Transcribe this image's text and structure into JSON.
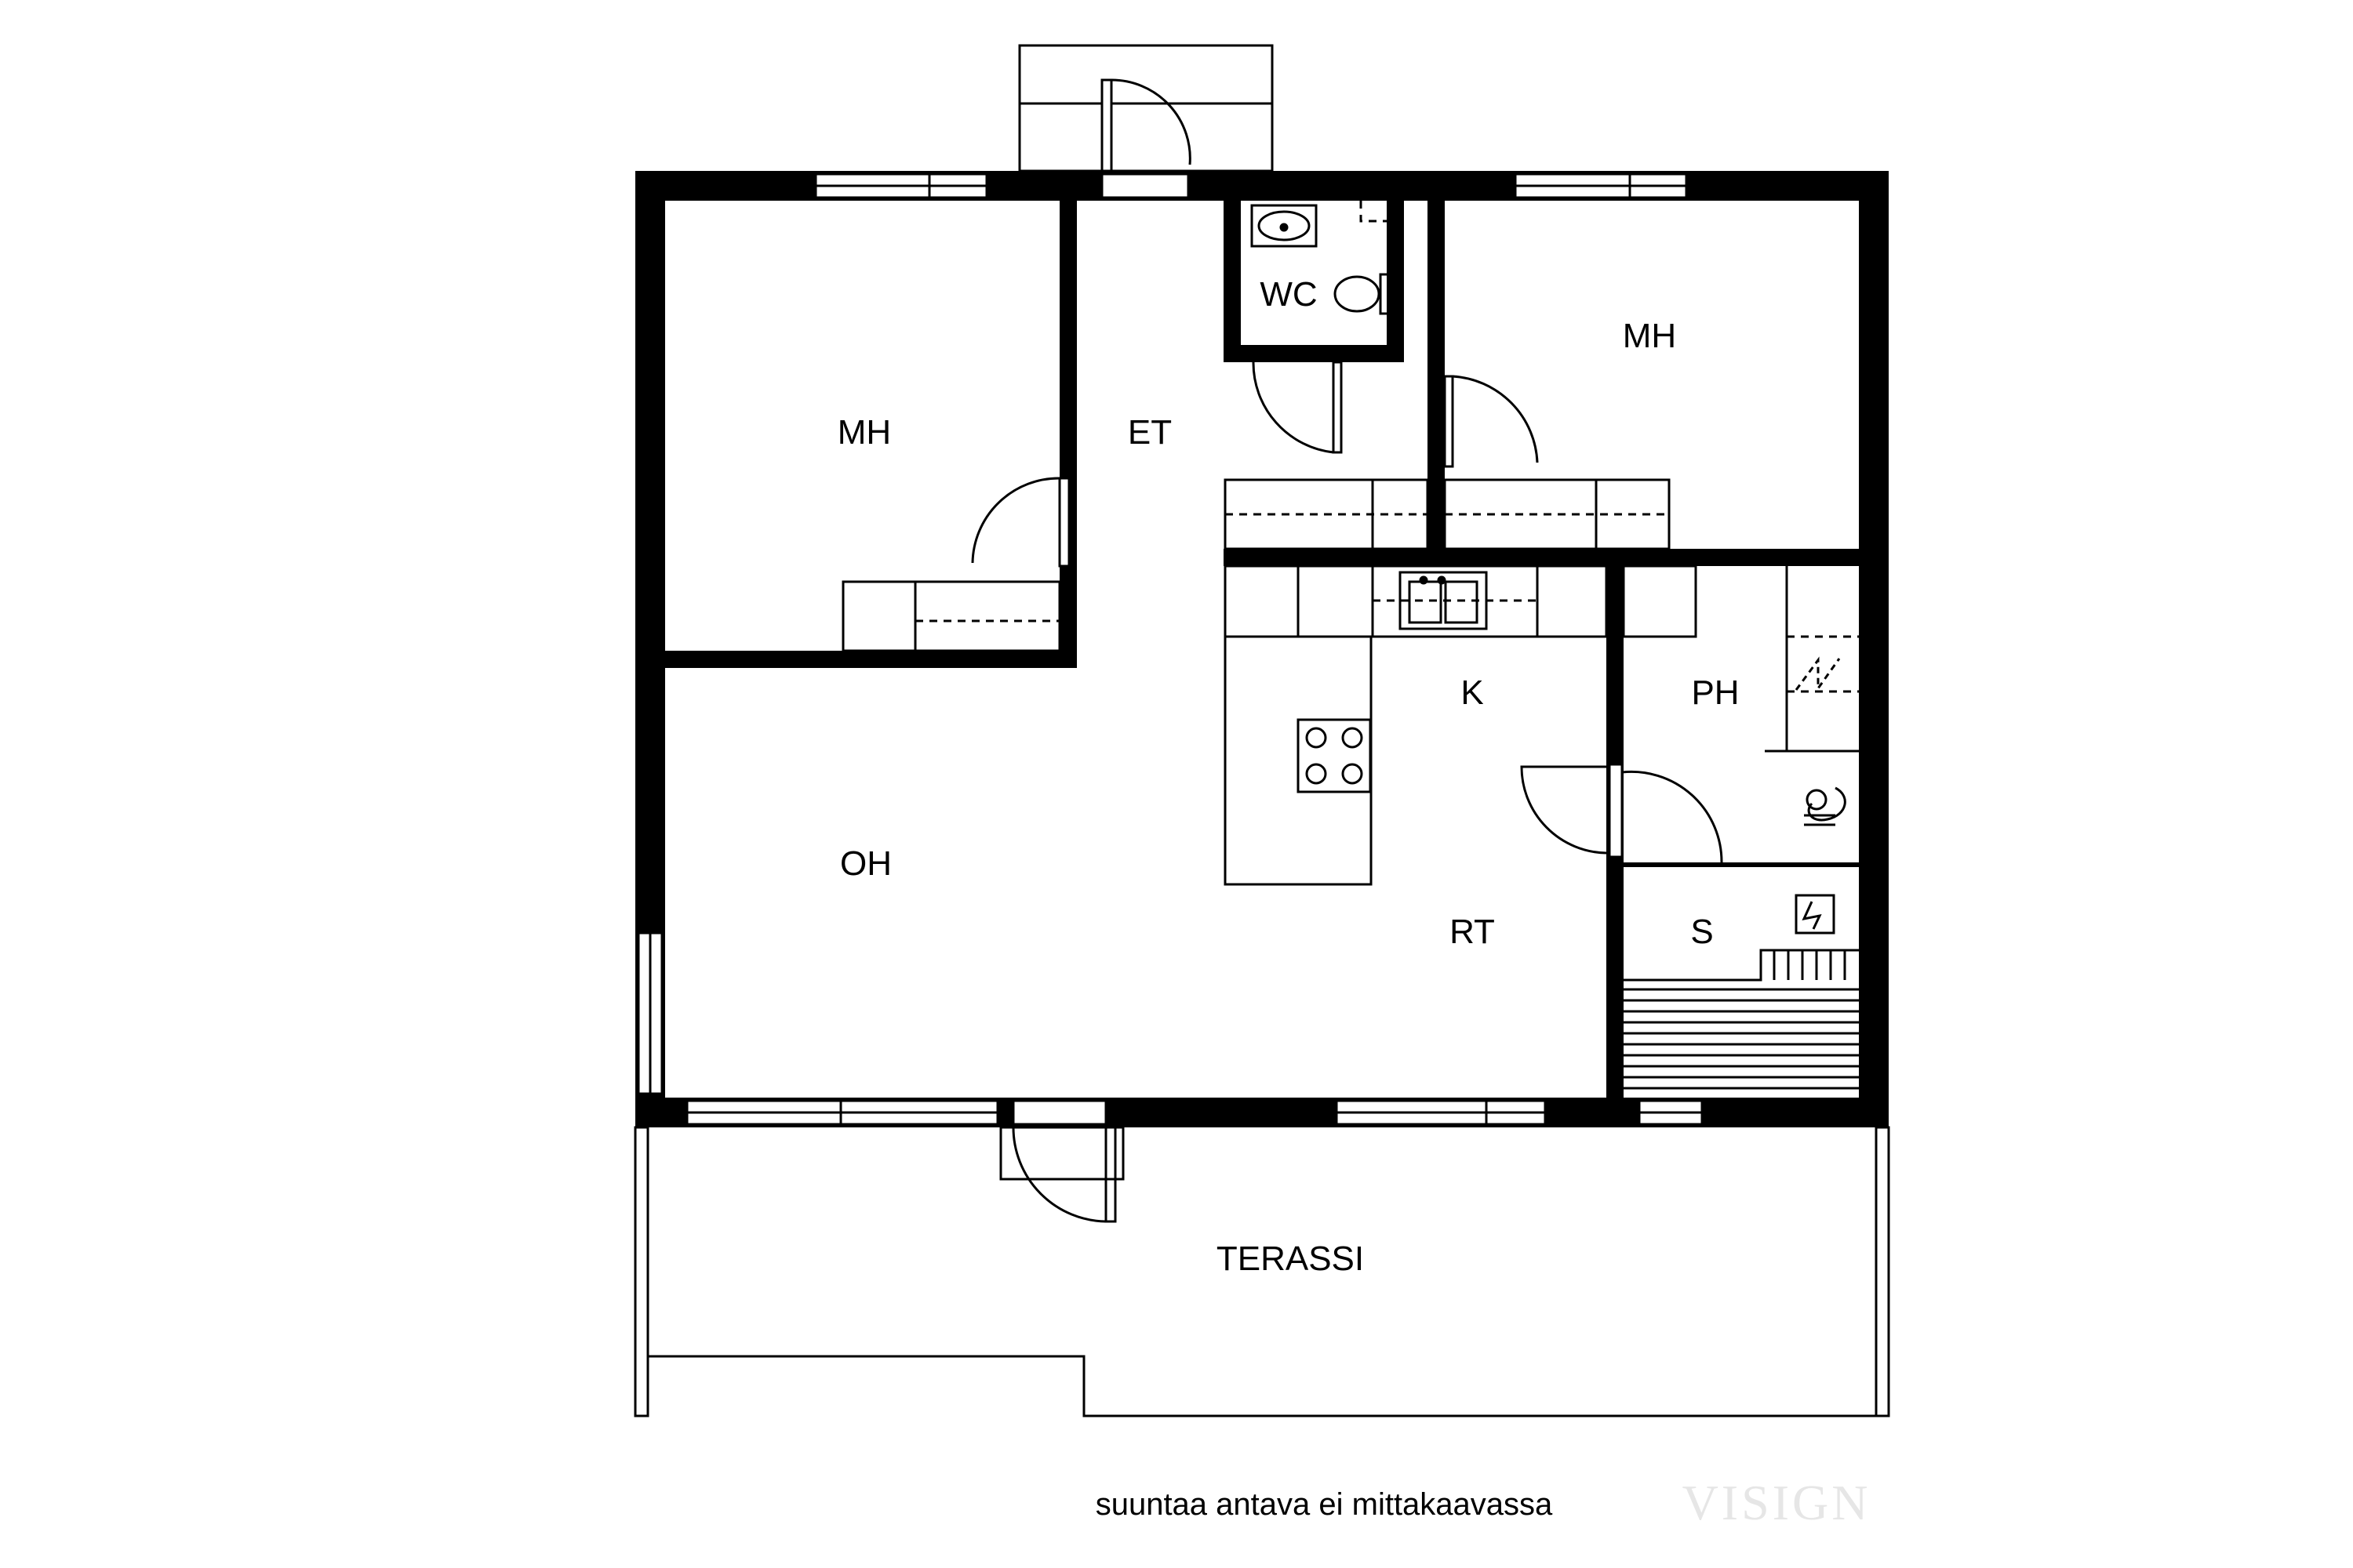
{
  "rooms": {
    "mh_west": "MH",
    "et": "ET",
    "wc": "WC",
    "mh_east": "MH",
    "k": "K",
    "ph": "PH",
    "oh": "OH",
    "rt": "RT",
    "s": "S",
    "terassi": "TERASSI"
  },
  "caption": "suuntaa antava ei mittakaavassa",
  "watermark": "VISIGN",
  "colors": {
    "wall": "#000000",
    "background": "#ffffff",
    "watermark": "#e6e6e6"
  }
}
